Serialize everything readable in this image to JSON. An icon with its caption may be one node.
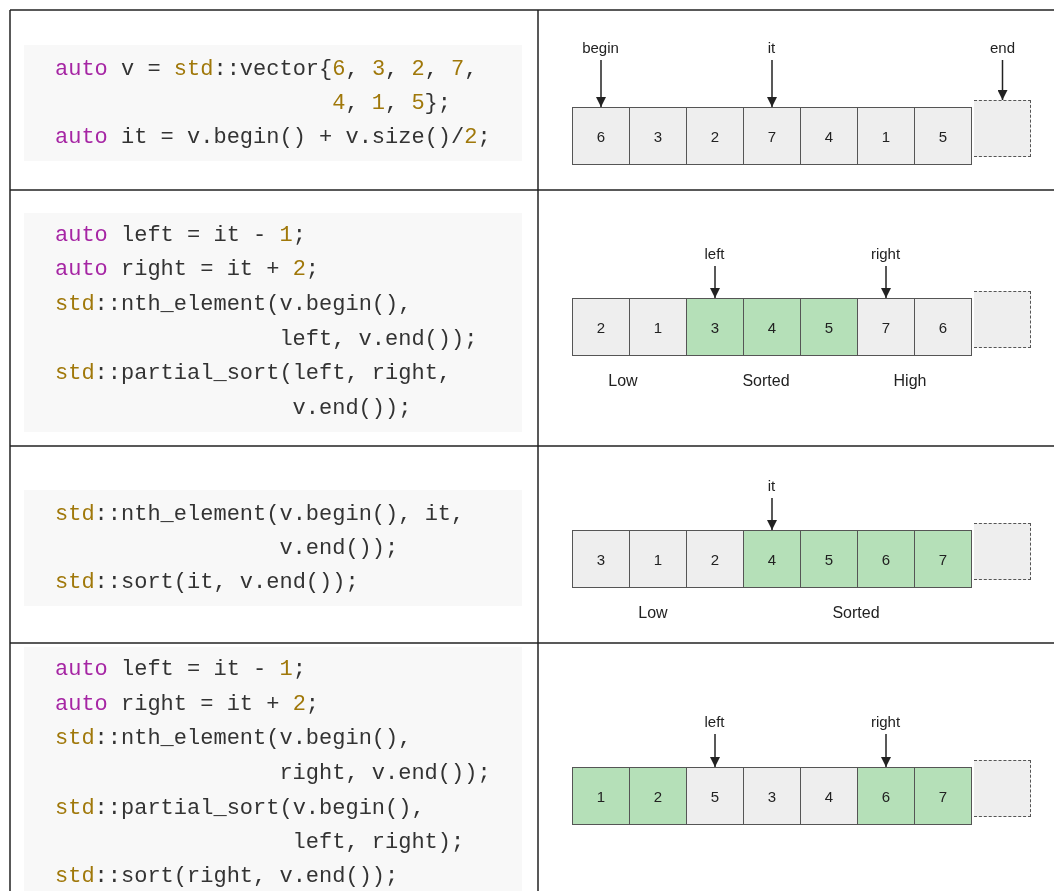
{
  "diagram": {
    "nodes": [
      {
        "text": [
          "begin"
        ]
      },
      {
        "text": [
          "it"
        ]
      },
      {
        "text": [
          "end"
        ]
      },
      {
        "text": [
          "6"
        ]
      },
      {
        "text": [
          "3"
        ]
      },
      {
        "text": [
          "2"
        ]
      },
      {
        "text": [
          "7"
        ]
      },
      {
        "text": [
          "4"
        ]
      },
      {
        "text": [
          "1"
        ]
      },
      {
        "text": [
          "5"
        ]
      },
      {
        "text": [],
        "shape": "box"
      },
      {
        "text": [
          "left"
        ]
      },
      {
        "text": [
          "right"
        ]
      },
      {
        "text": [
          "2"
        ]
      },
      {
        "text": [
          "1"
        ]
      },
      {
        "text": [
          "3"
        ]
      },
      {
        "text": [
          "4"
        ]
      },
      {
        "text": [
          "5"
        ]
      },
      {
        "text": [
          "7"
        ]
      },
      {
        "text": [
          "6"
        ]
      },
      {
        "text": [],
        "shape": "box"
      },
      {
        "text": [
          "it"
        ]
      },
      {
        "text": [
          "3"
        ]
      },
      {
        "text": [
          "1"
        ]
      },
      {
        "text": [
          "2"
        ]
      },
      {
        "text": [
          "4"
        ]
      },
      {
        "text": [
          "5"
        ]
      },
      {
        "text": [
          "6"
        ]
      },
      {
        "text": [
          "7"
        ]
      },
      {
        "text": [],
        "shape": "box"
      },
      {
        "text": [
          "left"
        ]
      },
      {
        "text": [
          "right"
        ]
      },
      {
        "text": [
          "1"
        ]
      },
      {
        "text": [
          "2"
        ]
      },
      {
        "text": [
          "5"
        ]
      },
      {
        "text": [
          "3"
        ]
      },
      {
        "text": [
          "4"
        ]
      },
      {
        "text": [
          "6"
        ]
      },
      {
        "text": [
          "7"
        ]
      },
      {
        "text": [],
        "shape": "box"
      }
    ],
    "edges": [
      {
        "from": 0,
        "to": 3,
        "arrow": "to"
      },
      {
        "from": 1,
        "to": 6,
        "arrow": "to"
      },
      {
        "from": 2,
        "to": 10,
        "arrow": "to"
      },
      {
        "from": 11,
        "to": 15,
        "arrow": "to"
      },
      {
        "from": 12,
        "to": 18,
        "arrow": "to"
      },
      {
        "from": 21,
        "to": 25,
        "arrow": "to"
      },
      {
        "from": 30,
        "to": 34,
        "arrow": "to"
      },
      {
        "from": 31,
        "to": 37,
        "arrow": "to"
      }
    ],
    "labels": [
      "auto v = std::vector{6, 3, 2, 7,",
      "4, 1, 5};",
      "auto it = v.begin() + v.size()/2;",
      "auto left = it - 1;",
      "auto right = it + 2;",
      "std::nth_element(v.begin(),",
      "left, v.end());",
      "std::partial_sort(left, right,",
      "v.end());",
      "Low",
      "Sorted",
      "High",
      "std::nth_element(v.begin(), it,",
      "v.end());",
      "std::sort(it, v.end());",
      "Low",
      "Sorted",
      "auto left = it - 1;",
      "auto right = it + 2;",
      "std::nth_element(v.begin(),",
      "right, v.end());",
      "std::partial_sort(v.begin(),",
      "left, right);",
      "std::sort(right, v.end());"
    ]
  }
}
